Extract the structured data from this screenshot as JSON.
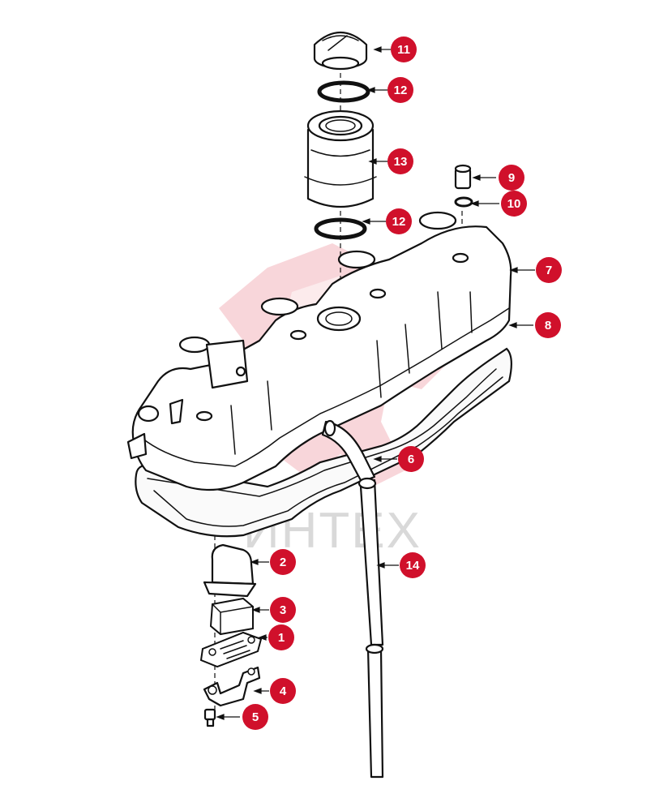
{
  "watermark": {
    "text": "ИНТЕХ",
    "emblem_color": "#f4b6bd",
    "text_color": "#d9d9d9"
  },
  "colors": {
    "callout_fill": "#d0102b",
    "callout_text": "#ffffff",
    "line": "#111111"
  },
  "callouts": [
    {
      "id": "callout-11-top",
      "label": "11"
    },
    {
      "id": "callout-12-upper",
      "label": "12"
    },
    {
      "id": "callout-13",
      "label": "13"
    },
    {
      "id": "callout-9",
      "label": "9"
    },
    {
      "id": "callout-10",
      "label": "10"
    },
    {
      "id": "callout-12-lower",
      "label": "12"
    },
    {
      "id": "callout-7",
      "label": "7"
    },
    {
      "id": "callout-8",
      "label": "8"
    },
    {
      "id": "callout-6",
      "label": "6"
    },
    {
      "id": "callout-2",
      "label": "2"
    },
    {
      "id": "callout-14",
      "label": "14"
    },
    {
      "id": "callout-3",
      "label": "3"
    },
    {
      "id": "callout-1",
      "label": "1"
    },
    {
      "id": "callout-4",
      "label": "4"
    },
    {
      "id": "callout-5",
      "label": "5"
    }
  ]
}
